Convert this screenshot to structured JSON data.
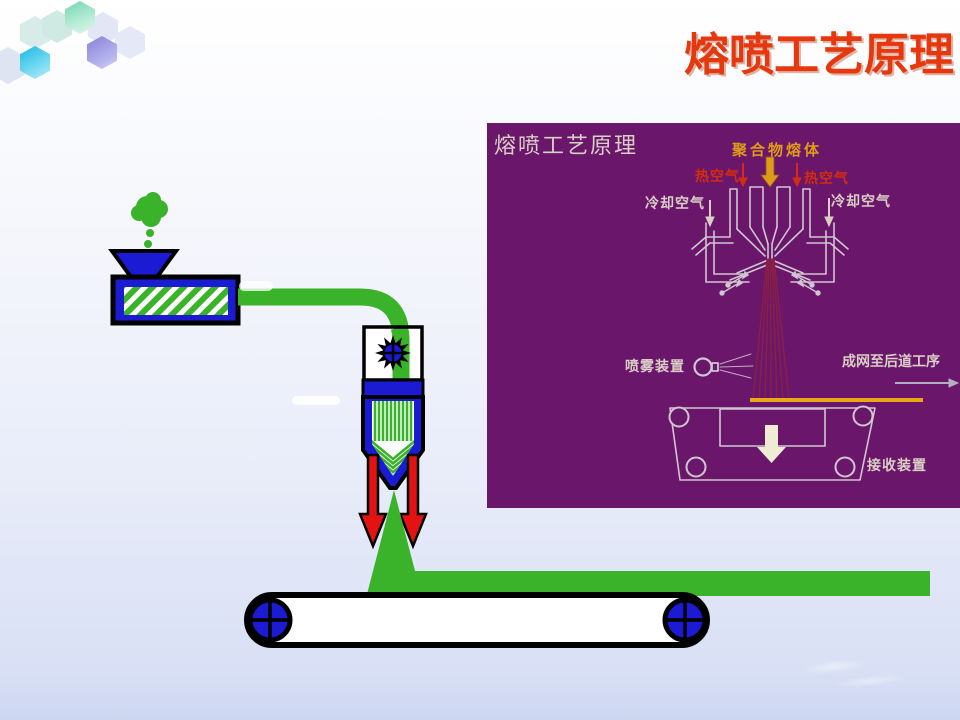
{
  "slide": {
    "title": "熔喷工艺原理"
  },
  "inset": {
    "title": "熔喷工艺原理",
    "labels": {
      "polymer_melt": "聚合物熔体",
      "hot_air_left": "热空气",
      "hot_air_right": "热空气",
      "cooling_air_left": "冷却空气",
      "cooling_air_right": "冷却空气",
      "spray_device": "喷雾装置",
      "web_to_next": "成网至后道工序",
      "receiver": "接收装置"
    }
  },
  "icons": {
    "starburst": "starburst-heater-icon",
    "spray_nozzle": "spray-nozzle-icon",
    "hexagons": "hexagon-decoration"
  },
  "colors": {
    "title_red": "#e6380e",
    "machine_blue": "#1b1bd4",
    "polymer_green": "#3ab32a",
    "arrow_red": "#e41313",
    "inset_background": "#6a176b",
    "inset_line": "#cfc6cf",
    "inset_text_cream": "#d9cfc5",
    "inset_text_orange": "#de9a18",
    "inset_text_red": "#d42c10",
    "web_orange": "#e8a818",
    "fiber_maroon": "#8b2040",
    "gray_arrow": "#b4aec2"
  }
}
